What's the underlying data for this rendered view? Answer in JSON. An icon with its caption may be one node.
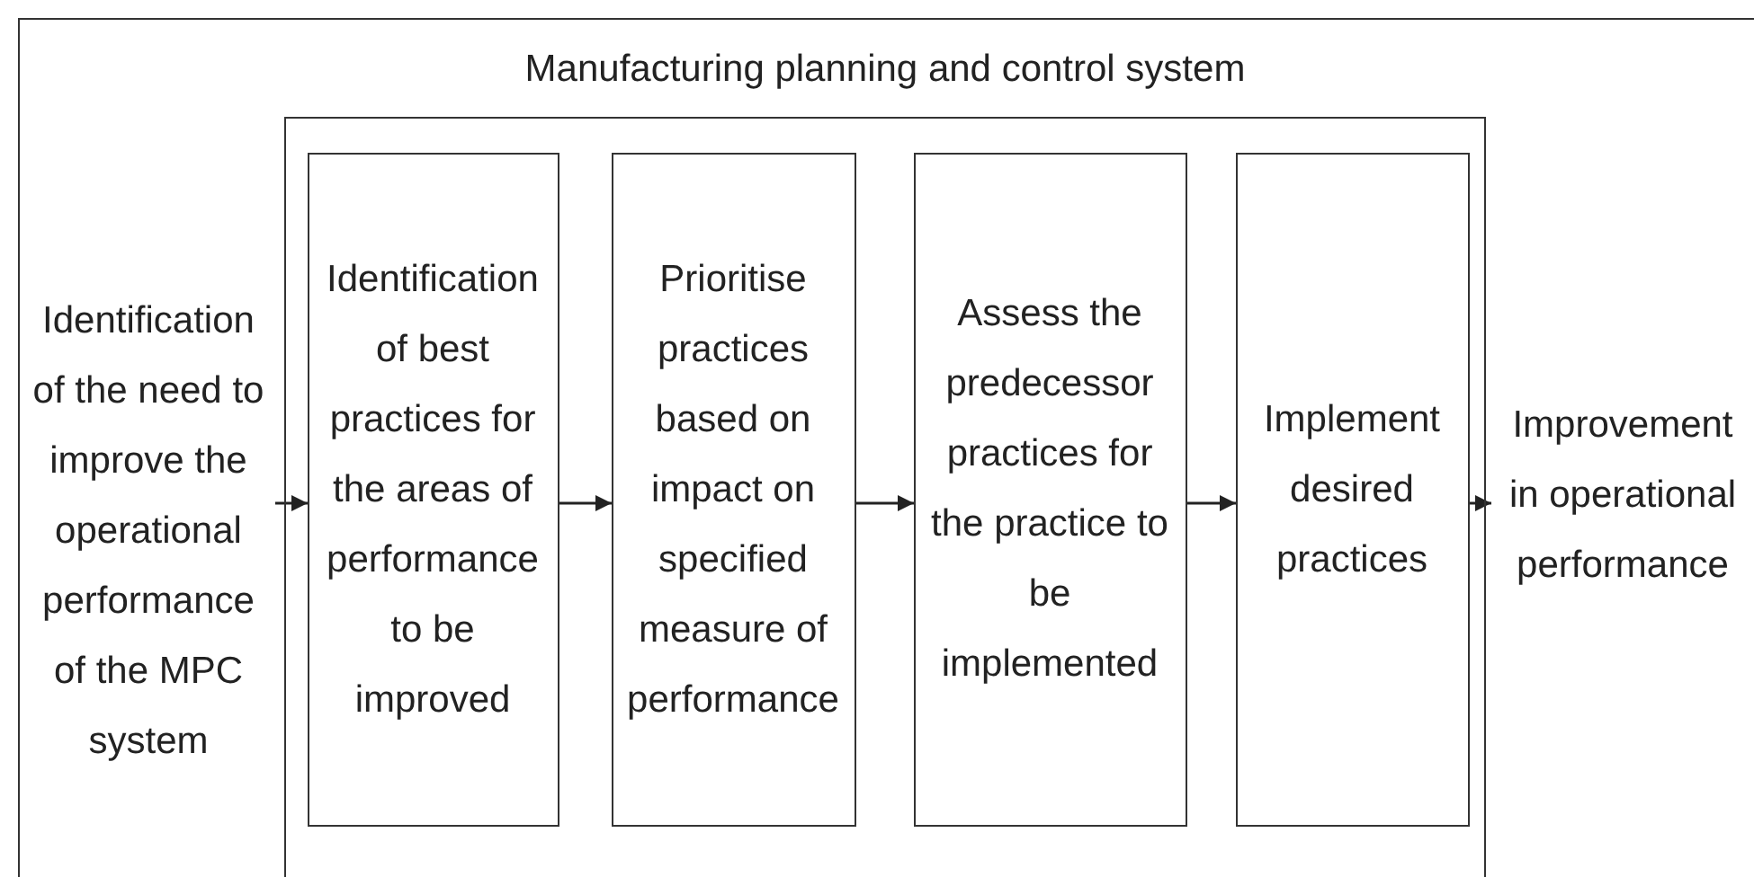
{
  "diagram": {
    "nodes": [
      {
        "text": [],
        "shape": "box"
      },
      {
        "text": [
          "Manufacturing planning and control system"
        ],
        "in": 0
      },
      {
        "text": [
          "Identification of the need to improve the operational performance of the MPC system"
        ],
        "in": 0
      },
      {
        "text": [
          "Identification of best practices for the areas of performance to be improved"
        ],
        "in": 1
      },
      {
        "text": [
          "Prioritise practices based on impact on specified measure of performance"
        ],
        "in": 1
      },
      {
        "text": [
          "Assess the predecessor practices for the practice to be implemented"
        ],
        "in": 1
      },
      {
        "text": [
          "Implement desired practices"
        ],
        "in": 1
      },
      {
        "text": [
          "Improvement in operational performance"
        ],
        "in": 0
      }
    ],
    "edges": [
      {
        "from": 2,
        "to": 3,
        "arrow": "to"
      },
      {
        "from": 3,
        "to": 4,
        "arrow": "to"
      },
      {
        "from": 4,
        "to": 5,
        "arrow": "to"
      },
      {
        "from": 5,
        "to": 6,
        "arrow": "to"
      },
      {
        "from": 6,
        "to": 7,
        "arrow": "to"
      }
    ]
  }
}
